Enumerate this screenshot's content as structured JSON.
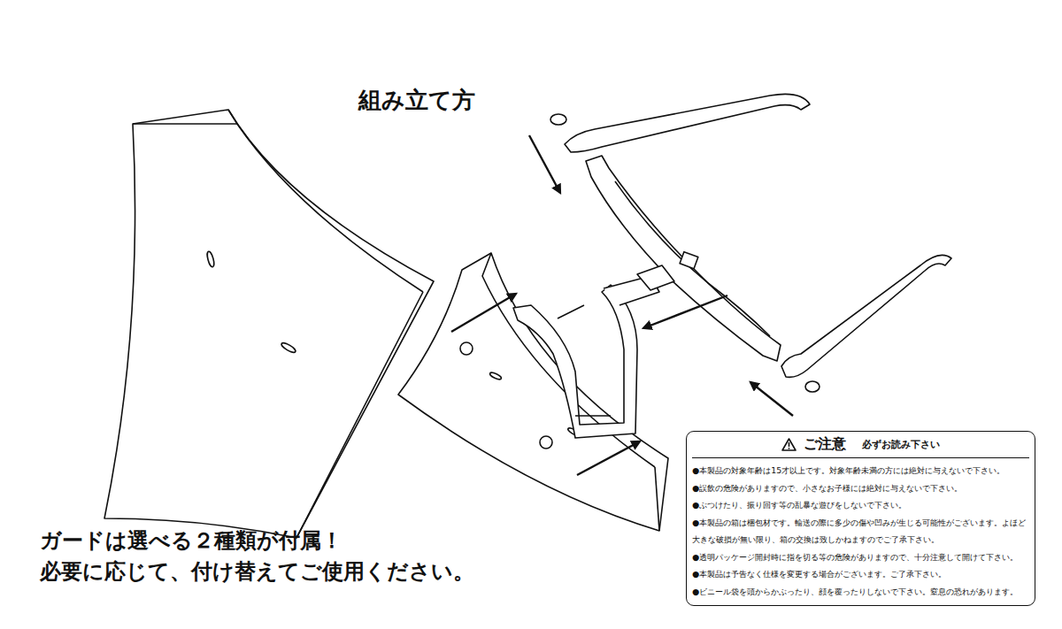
{
  "diagram": {
    "title": "組み立て方",
    "nodes": [
      {
        "text": [
          "ご注意",
          "必ずお読み下さい",
          "●本製品の対象年齢は15才以上です。対象年齢未満の方には絶対に与えないで下さい。",
          "●誤飲の危険がありますので、小さなお子様には絶対に与えないで下さい。",
          "●ぶつけたり、振り回す等の乱暴な遊びをしないで下さい。",
          "●本製品の箱は梱包材です。輸送の際に多少の傷や凹みが生じる可能性がございます。よほど大きな破損が無い限り、箱の交換は致しかねますのでご了承下さい。",
          "●透明パッケージ開封時に指を切る等の危険がありますので、十分注意して開けて下さい。",
          "●本製品は予告なく仕様を変更する場合がございます。ご了承下さい。",
          "●ビニール袋を頭からかぶったり、顔を覆ったりしないで下さい。窒息の恐れがあります。"
        ]
      }
    ],
    "labels": [
      "ガードは選べる２種類が付属！",
      "必要に応じて、付け替えてご使用ください。"
    ]
  }
}
